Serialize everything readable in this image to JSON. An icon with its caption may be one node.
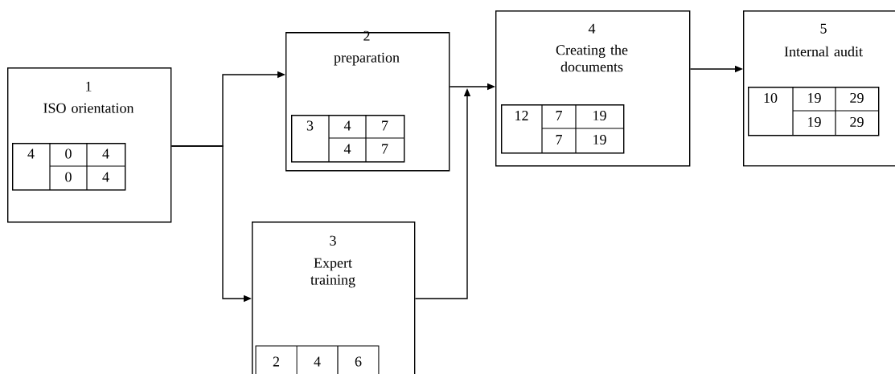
{
  "diagram": {
    "nodes": [
      {
        "text": [
          "1",
          "ISO orientation"
        ]
      },
      {
        "text": [
          "4",
          "0",
          "4",
          "0",
          "4"
        ],
        "in": 0
      },
      {
        "text": [
          "2",
          "preparation"
        ]
      },
      {
        "text": [
          "3",
          "4",
          "7",
          "4",
          "7"
        ],
        "in": 2
      },
      {
        "text": [
          "3",
          "Expert training"
        ]
      },
      {
        "text": [
          "2",
          "4",
          "6"
        ],
        "in": 4
      },
      {
        "text": [
          "4",
          "Creating the documents"
        ]
      },
      {
        "text": [
          "12",
          "7",
          "19",
          "7",
          "19"
        ],
        "in": 6
      },
      {
        "text": [
          "5",
          "Internal audit"
        ]
      },
      {
        "text": [
          "10",
          "19",
          "29",
          "19",
          "29"
        ],
        "in": 8
      }
    ],
    "edges": [
      {
        "from": 0,
        "to": 2,
        "arrow": "to"
      },
      {
        "from": 0,
        "to": 4,
        "arrow": "to"
      },
      {
        "from": 2,
        "to": 6,
        "arrow": "to"
      },
      {
        "from": 4,
        "to": 6,
        "arrow": "to"
      },
      {
        "from": 6,
        "to": 8,
        "arrow": "to"
      }
    ]
  }
}
